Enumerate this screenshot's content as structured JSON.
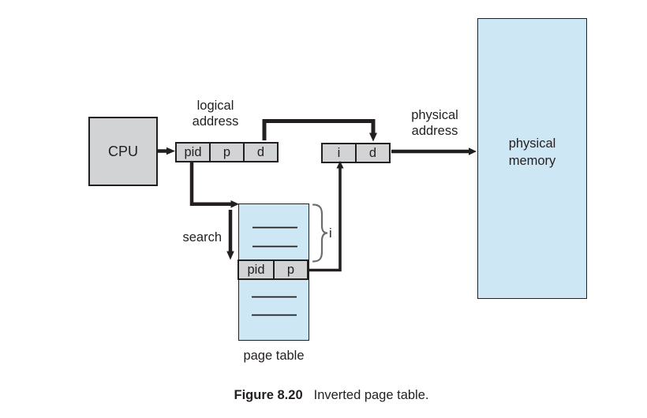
{
  "diagram": {
    "cpu": {
      "label": "CPU"
    },
    "logical_address_label": {
      "line1": "logical",
      "line2": "address"
    },
    "logical_register": {
      "cells": [
        "pid",
        "p",
        "d"
      ]
    },
    "physical_register": {
      "cells": [
        "i",
        "d"
      ]
    },
    "physical_address_label": {
      "line1": "physical",
      "line2": "address"
    },
    "physical_memory": {
      "line1": "physical",
      "line2": "memory"
    },
    "search_label": "search",
    "page_table": {
      "label": "page table",
      "entry_row_cells": [
        "pid",
        "p"
      ],
      "index_label": "i"
    }
  },
  "caption": {
    "figure": "Figure 8.20",
    "text": "Inverted page table."
  },
  "colors": {
    "register_gray": "#d2d3d4",
    "memory_blue": "#cee7f5",
    "line_black": "#231f20",
    "brace_gray": "#6a6e71",
    "background": "#ffffff"
  }
}
